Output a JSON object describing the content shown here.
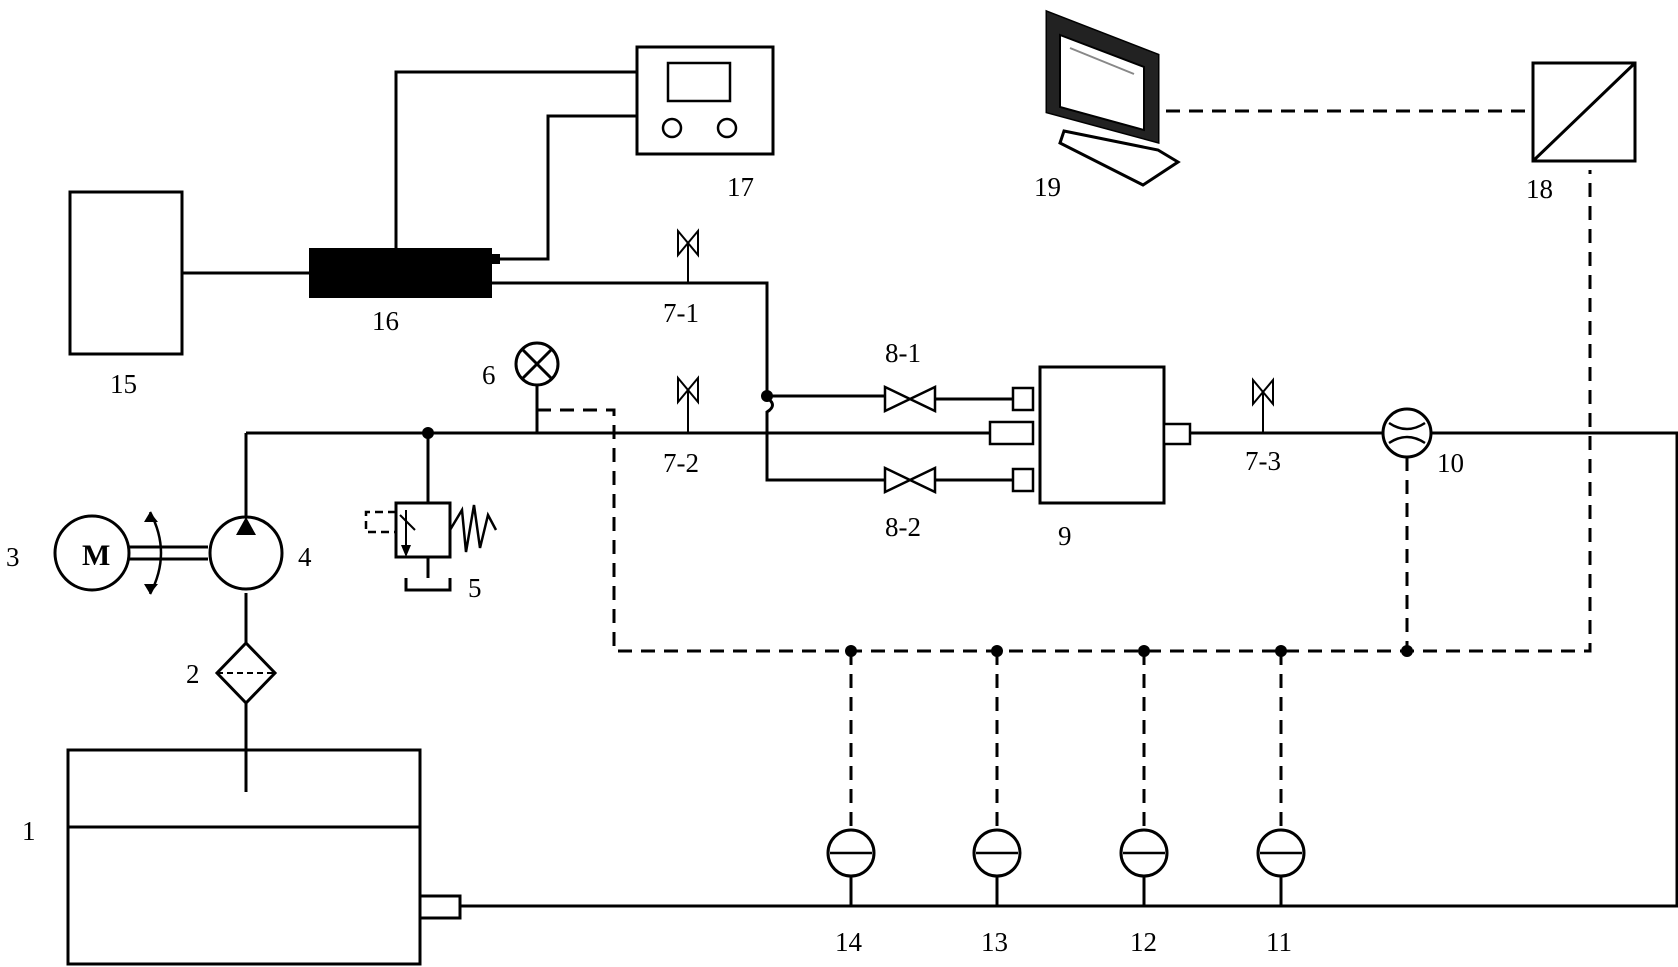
{
  "labels": {
    "tank": "1",
    "filter": "2",
    "motor": "3",
    "pump": "4",
    "relief_valve": "5",
    "pressure_gauge": "6",
    "valve_7_1": "7-1",
    "valve_7_2": "7-2",
    "valve_7_3": "7-3",
    "valve_8_1": "8-1",
    "valve_8_2": "8-2",
    "test_unit": "9",
    "flow_meter": "10",
    "sensor_11": "11",
    "sensor_12": "12",
    "sensor_13": "13",
    "sensor_14": "14",
    "box_15": "15",
    "device_16": "16",
    "controller_17": "17",
    "converter_18": "18",
    "computer_19": "19"
  },
  "motor_symbol": "M",
  "icons": [
    "motor-icon",
    "pump-icon",
    "filter-icon",
    "relief-valve-icon",
    "pressure-gauge-icon",
    "needle-valve-icon",
    "ball-valve-icon",
    "flow-meter-icon",
    "sensor-icon",
    "monitor-icon",
    "converter-icon"
  ]
}
